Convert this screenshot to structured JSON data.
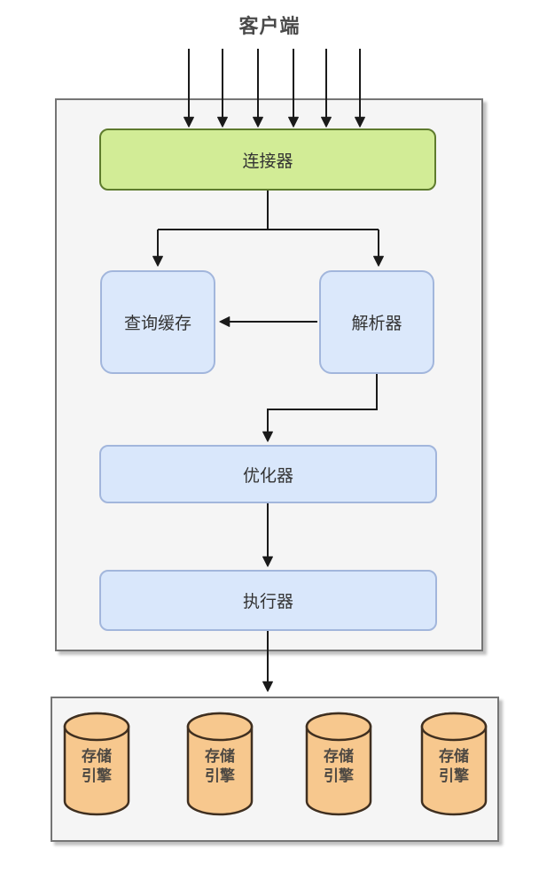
{
  "diagram": {
    "title": "客户端",
    "nodes": {
      "connector": {
        "label": "连接器"
      },
      "query_cache": {
        "label": "查询缓存"
      },
      "parser": {
        "label": "解析器"
      },
      "optimizer": {
        "label": "优化器"
      },
      "executor": {
        "label": "执行器"
      }
    },
    "storage_engines": [
      {
        "label": "存储\n引擎"
      },
      {
        "label": "存储\n引擎"
      },
      {
        "label": "存储\n引擎"
      },
      {
        "label": "存储\n引擎"
      }
    ],
    "colors": {
      "connector_fill": "#d2ec96",
      "connector_border": "#5e7b2d",
      "blue_fill": "#dbe8fb",
      "blue_border": "#a2b6dc",
      "cylinder_fill": "#f7c88e",
      "cylinder_border": "#3f2f20",
      "container_fill": "#f5f5f5",
      "container_border": "#757575",
      "arrow": "#1a1a1a",
      "title_text": "#4a4a4a",
      "node_text": "#333333"
    }
  }
}
